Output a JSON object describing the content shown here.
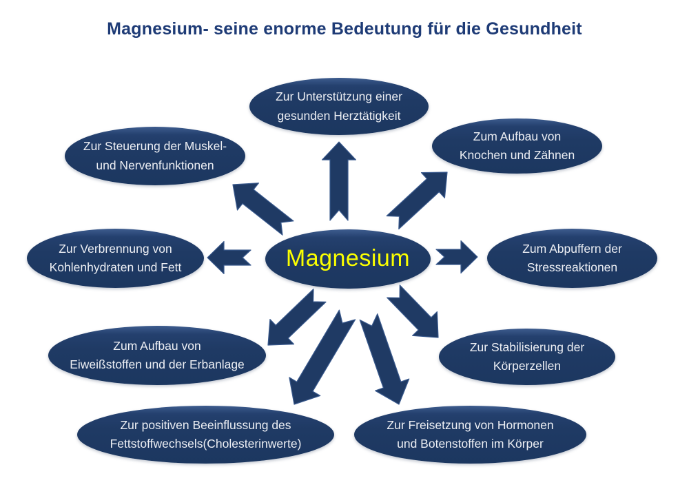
{
  "title": "Magnesium- seine enorme Bedeutung für die Gesundheit",
  "colors": {
    "title_text": "#1e3b76",
    "node_fill": "#1f3a64",
    "node_text": "#edeff4",
    "center_text": "#fbff00",
    "arrow_fill": "#1f3a64",
    "background": "#ffffff"
  },
  "diagram": {
    "center": {
      "id": "magnesium",
      "label": "Magnesium"
    },
    "nodes": [
      {
        "id": "herz",
        "position": "top",
        "label": "Zur Unterstützung einer\ngesunden Herztätigkeit"
      },
      {
        "id": "muskel",
        "position": "top-left",
        "label": "Zur Steuerung der Muskel-\nund Nervenfunktionen"
      },
      {
        "id": "knochen",
        "position": "top-right",
        "label": "Zum Aufbau von\nKnochen und Zähnen"
      },
      {
        "id": "verbrennung",
        "position": "left",
        "label": "Zur Verbrennung von\nKohlenhydraten und Fett"
      },
      {
        "id": "stress",
        "position": "right",
        "label": "Zum Abpuffern der\nStressreaktionen"
      },
      {
        "id": "eiweiss",
        "position": "bottom-left",
        "label": "Zum Aufbau von\nEiweißstoffen  und der Erbanlage"
      },
      {
        "id": "koerperzellen",
        "position": "bottom-right",
        "label": "Zur Stabilisierung der\nKörperzellen"
      },
      {
        "id": "fettstoff",
        "position": "bottom-center-left",
        "label": "Zur positiven Beeinflussung des\nFettstoffwechsels(Cholesterinwerte)"
      },
      {
        "id": "hormone",
        "position": "bottom-center-right",
        "label": "Zur Freisetzung von Hormonen\nund Botenstoffen im Körper"
      }
    ],
    "connectors": [
      {
        "from": "magnesium",
        "to": "herz",
        "style": "notched-arrow"
      },
      {
        "from": "magnesium",
        "to": "muskel",
        "style": "notched-arrow"
      },
      {
        "from": "magnesium",
        "to": "knochen",
        "style": "notched-arrow"
      },
      {
        "from": "magnesium",
        "to": "verbrennung",
        "style": "notched-arrow"
      },
      {
        "from": "magnesium",
        "to": "stress",
        "style": "notched-arrow"
      },
      {
        "from": "magnesium",
        "to": "eiweiss",
        "style": "notched-arrow"
      },
      {
        "from": "magnesium",
        "to": "koerperzellen",
        "style": "notched-arrow"
      },
      {
        "from": "magnesium",
        "to": "fettstoff",
        "style": "notched-arrow"
      },
      {
        "from": "magnesium",
        "to": "hormone",
        "style": "notched-arrow"
      }
    ]
  }
}
